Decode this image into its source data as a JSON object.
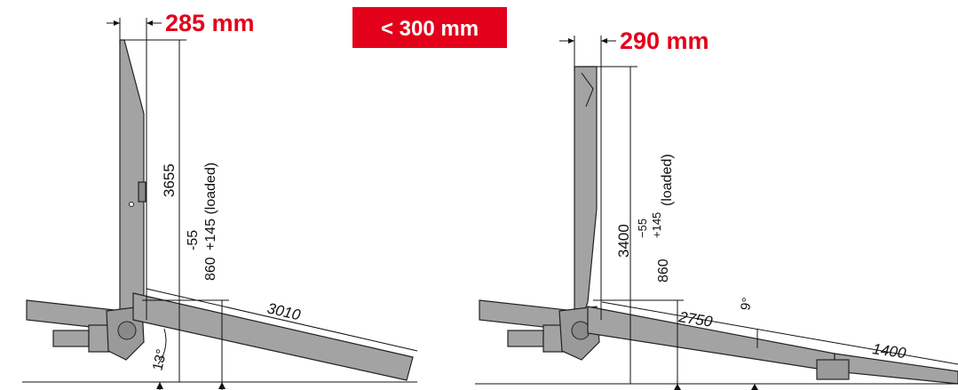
{
  "colors": {
    "accent": "#e3001b",
    "part_fill": "#a3a3a3",
    "line": "#111111"
  },
  "badge": {
    "label": "< 300 mm"
  },
  "left_lift": {
    "overhang_label": "285 mm",
    "height_label": "3655",
    "platform_length_label": "3010",
    "bed_height_label": "860",
    "bed_tol_minus": "-55",
    "bed_tol_plus": "+145 (loaded)",
    "angle_label": "13°"
  },
  "right_lift": {
    "overhang_label": "290 mm",
    "height_label": "3400",
    "platform_length_label": "2750",
    "extension_label": "1400",
    "bed_height_label": "860",
    "bed_tol_minus": "−55",
    "bed_tol_plus": "+145",
    "bed_tol_note": "(loaded)",
    "angle_label": "9°"
  }
}
